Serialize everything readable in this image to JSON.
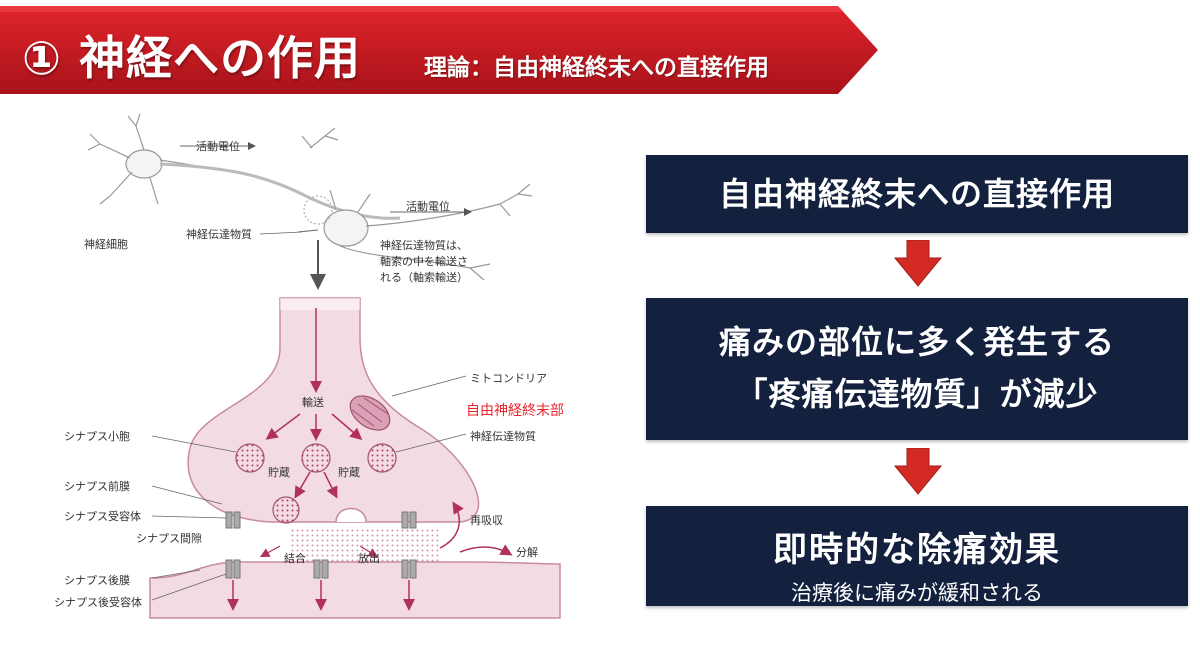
{
  "header": {
    "title": "① 神経への作用",
    "subtitle": "理論：自由神経終末への直接作用",
    "color": "#c8161d"
  },
  "diagram": {
    "labels": {
      "action_potential_1": "活動電位",
      "action_potential_2": "活動電位",
      "nerve_cell": "神経細胞",
      "neurotransmitter_top": "神経伝達物質",
      "axonal_transport_note": "神経伝達物質は、\n軸索の中を輸送さ\nれる（軸索輸送）",
      "mitochondria": "ミトコンドリア",
      "free_nerve_ending": "自由神経終末部",
      "transport": "輸送",
      "synaptic_vesicle": "シナプス小胞",
      "neurotransmitter": "神経伝達物質",
      "storage_left": "貯蔵",
      "storage_right": "貯蔵",
      "presynaptic_membrane": "シナプス前膜",
      "synaptic_receptor": "シナプス受容体",
      "reuptake": "再吸収",
      "synaptic_cleft": "シナプス間隙",
      "binding": "結合",
      "release": "放出",
      "decomposition": "分解",
      "postsynaptic_membrane": "シナプス後膜",
      "postsynaptic_receptor": "シナプス後受容体"
    }
  },
  "flow": {
    "box1": "自由神経終末への直接作用",
    "box2_line1": "痛みの部位に多く発生する",
    "box2_line2": "「疼痛伝達物質」が減少",
    "box3_title": "即時的な除痛効果",
    "box3_subtitle": "治療後に痛みが緩和される",
    "box_color": "#13213f",
    "arrow_color": "#d42a24"
  }
}
